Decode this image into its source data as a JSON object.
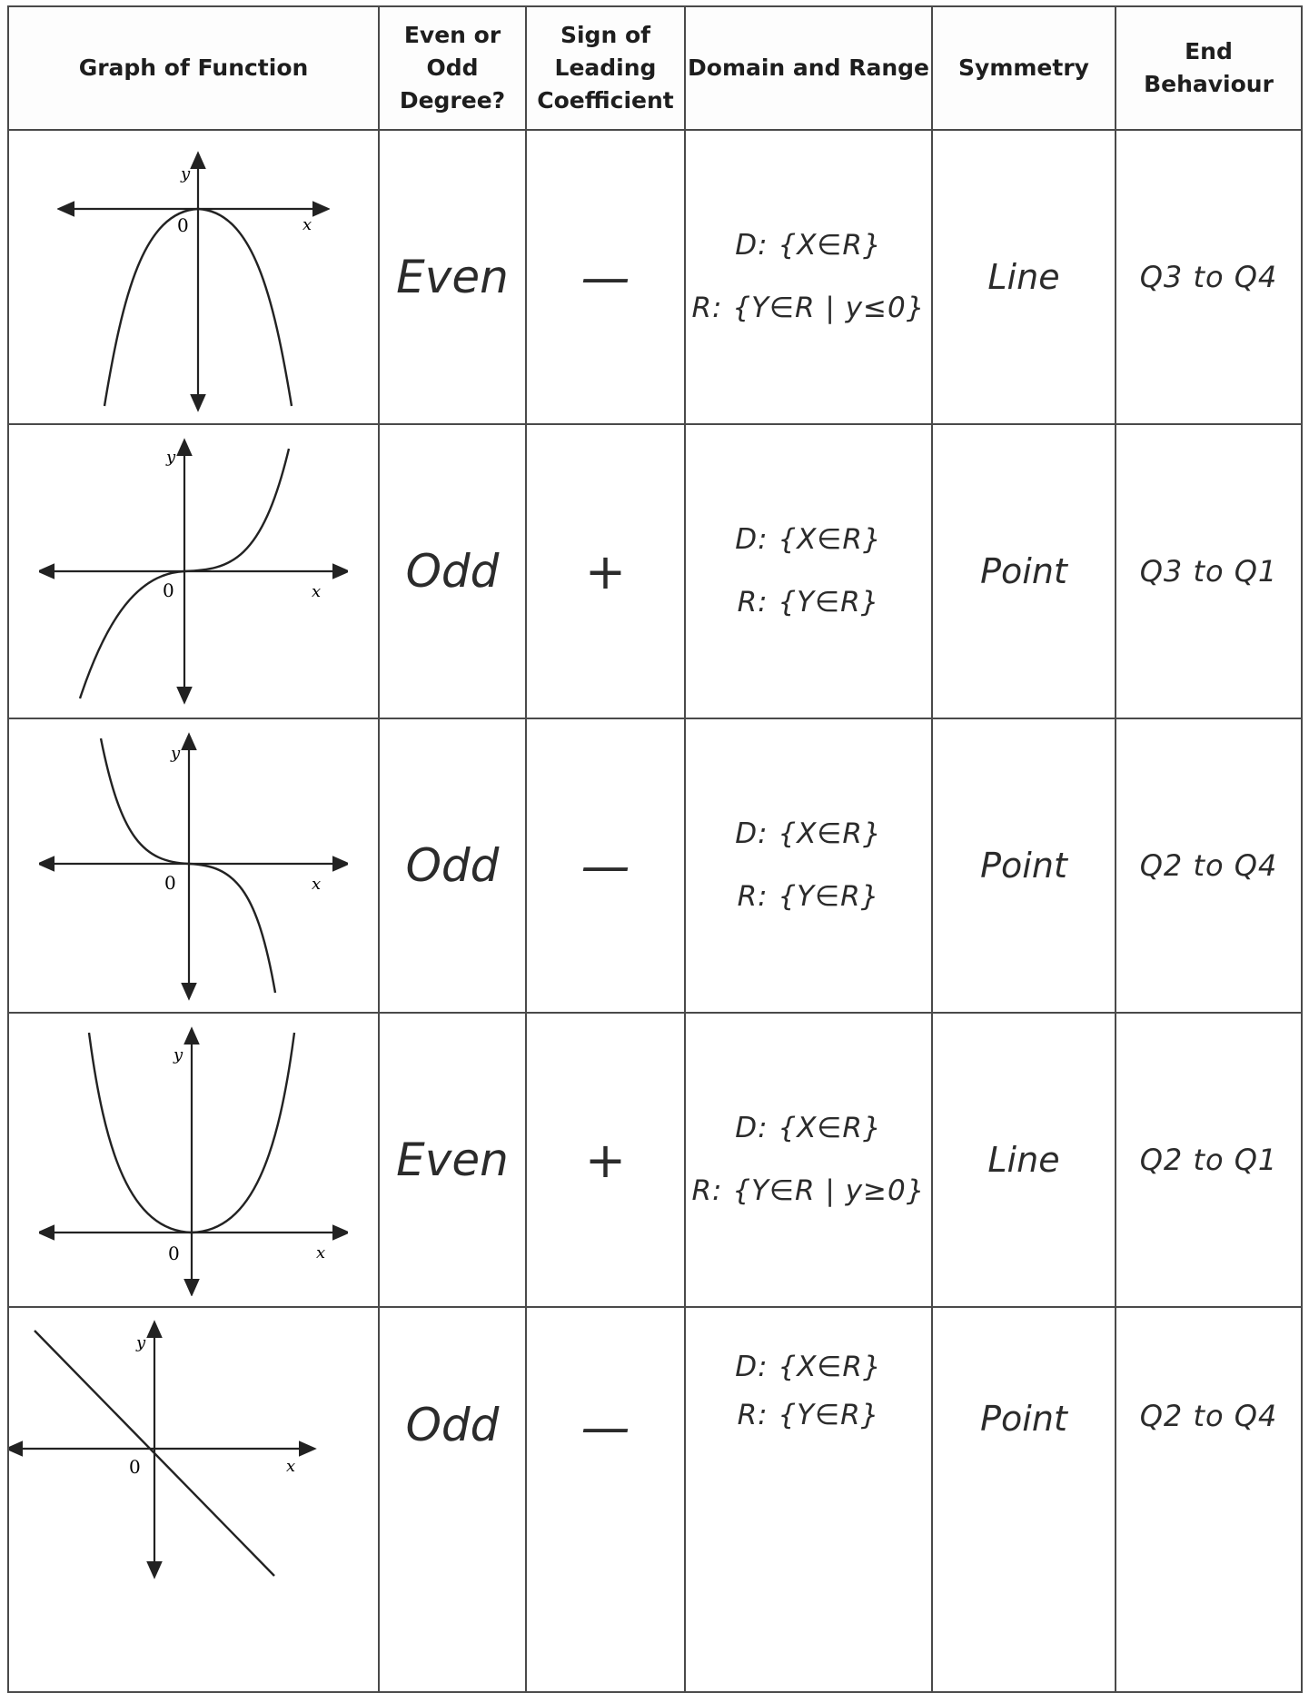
{
  "headers": {
    "graph": "Graph of Function",
    "degree": "Even or Odd Degree?",
    "sign": "Sign of Leading Coefficient",
    "domain_range": "Domain and Range",
    "symmetry": "Symmetry",
    "end_behaviour": "End Behaviour"
  },
  "graph_labels": {
    "x": "x",
    "y": "y",
    "origin": "0"
  },
  "rows": [
    {
      "degree": "Even",
      "sign": "—",
      "domain": "D: {X∈R}",
      "range": "R: {Y∈R | y≤0}",
      "symmetry": "Line",
      "end": "Q3 to Q4"
    },
    {
      "degree": "Odd",
      "sign": "+",
      "domain": "D: {X∈R}",
      "range": "R: {Y∈R}",
      "symmetry": "Point",
      "end": "Q3 to Q1"
    },
    {
      "degree": "Odd",
      "sign": "—",
      "domain": "D: {X∈R}",
      "range": "R: {Y∈R}",
      "symmetry": "Point",
      "end": "Q2 to Q4"
    },
    {
      "degree": "Even",
      "sign": "+",
      "domain": "D: {X∈R}",
      "range": "R: {Y∈R | y≥0}",
      "symmetry": "Line",
      "end": "Q2 to Q1"
    },
    {
      "degree": "Odd",
      "sign": "—",
      "domain": "D: {X∈R}",
      "range": "R: {Y∈R}",
      "symmetry": "Point",
      "end": "Q2 to Q4"
    }
  ]
}
